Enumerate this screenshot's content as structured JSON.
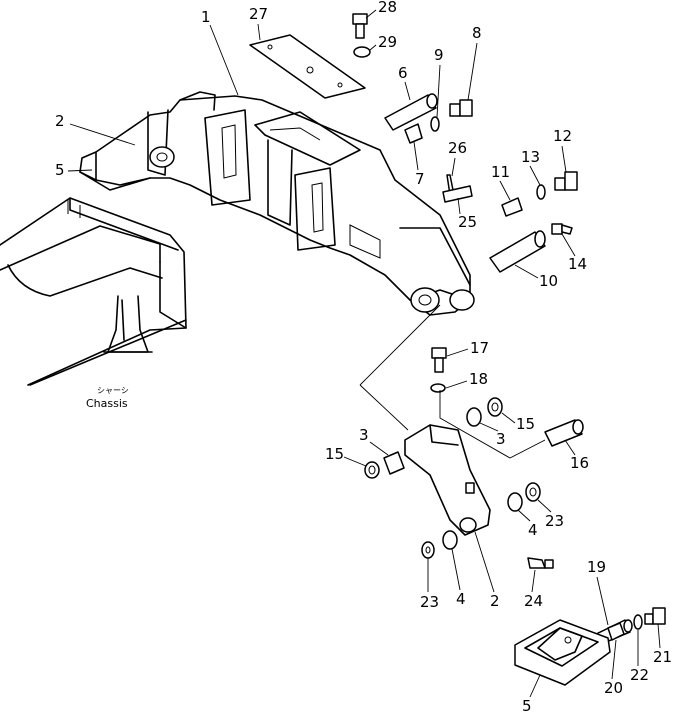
{
  "chassis": {
    "jp_label": "シャーシ",
    "label": "Chassis"
  },
  "callouts": [
    "1",
    "2",
    "5",
    "27",
    "28",
    "29",
    "6",
    "9",
    "8",
    "7",
    "26",
    "25",
    "12",
    "13",
    "11",
    "14",
    "10",
    "17",
    "18",
    "3",
    "15",
    "16",
    "3",
    "15",
    "4",
    "23",
    "23",
    "4",
    "2",
    "24",
    "19",
    "21",
    "22",
    "20",
    "5"
  ]
}
